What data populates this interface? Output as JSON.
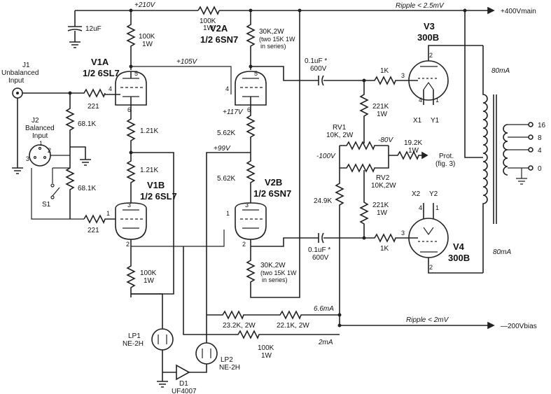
{
  "nets": {
    "b210": "+210V",
    "b105": "+105V",
    "b117": "+117V",
    "b99": "+99V",
    "b100": "-100V",
    "b80": "-80V",
    "ripple_top": "Ripple < 2.5mV",
    "ripple_bot": "Ripple < 2mV",
    "out_main": "+400Vmain",
    "out_bias": "—200Vbias",
    "i66": "6.6mA",
    "i2": "2mA",
    "i80a": "80mA",
    "i80b": "80mA"
  },
  "parts": {
    "c12": "12uF",
    "r100k_top_a": "100K",
    "r100k_top_b": "1W",
    "r100k_mid_a": "100K",
    "r100k_mid_b": "1W",
    "r30k_top_a": "30K,2W",
    "r30k_top_b": "(two 15K 1W",
    "r30k_top_c": "in series)",
    "r30k_bot_a": "30K,2W",
    "r30k_bot_b": "(two 15K 1W",
    "r30k_bot_c": "in series)",
    "r221a": "221",
    "r221b": "221",
    "r681a": "68.1K",
    "r681b": "68.1K",
    "r121a": "1.21K",
    "r121b": "1.21K",
    "r562a": "5.62K",
    "r562b": "5.62K",
    "r100k_bot_a": "100K",
    "r100k_bot_b": "1W",
    "c01a_a": "0.1uF *",
    "c01a_b": "600V",
    "c01b_a": "0.1uF *",
    "c01b_b": "600V",
    "r1ka": "1K",
    "r1kb": "1K",
    "r221ka_a": "221K",
    "r221ka_b": "1W",
    "r221kb_a": "221K",
    "r221kb_b": "1W",
    "rv1_a": "RV1",
    "rv1_b": "10K, 2W",
    "rv2_a": "RV2",
    "rv2_b": "10K,2W",
    "r192_a": "19.2K",
    "r192_b": "1W",
    "prot_a": "Prot.",
    "prot_b": "(fig. 3)",
    "r249": "24.9K",
    "r232": "23.2K, 2W",
    "r221k2w": "22.1K, 2W",
    "r100k_lp_a": "100K",
    "r100k_lp_b": "1W",
    "j1_a": "J1",
    "j1_b": "Unbalanced",
    "j1_c": "Input",
    "j2_a": "J2",
    "j2_b": "Balanced",
    "j2_c": "Input",
    "s1": "S1",
    "lp1_a": "LP1",
    "lp1_b": "NE-2H",
    "lp2_a": "LP2",
    "lp2_b": "NE-2H",
    "d1_a": "D1",
    "d1_b": "UF4007"
  },
  "tubes": {
    "v1a_a": "V1A",
    "v1a_b": "1/2 6SL7",
    "v1b_a": "V1B",
    "v1b_b": "1/2 6SL7",
    "v2a_a": "V2A",
    "v2a_b": "1/2 6SN7",
    "v2b_a": "V2B",
    "v2b_b": "1/2 6SN7",
    "v3_a": "V3",
    "v3_b": "300B",
    "v4_a": "V4",
    "v4_b": "300B",
    "x1": "X1",
    "y1": "Y1",
    "x2": "X2",
    "y2": "Y2"
  },
  "pins": {
    "p5a": "5",
    "p4a": "4",
    "p6a": "6",
    "p3b": "3",
    "p1b": "1",
    "p2b": "2",
    "p5c": "5",
    "p4c": "4",
    "p6c": "6",
    "p3d": "3",
    "p1d": "1",
    "p2d": "2",
    "p2v3": "2",
    "p3v3": "3",
    "p4v3": "4",
    "p1v3": "1",
    "p4v4": "4",
    "p1v4": "1",
    "p3v4": "3",
    "p2v4": "2",
    "j2p1": "1",
    "j2p2": "2",
    "j2p3": "3"
  },
  "taps": {
    "t16": "16",
    "t8": "8",
    "t4": "4",
    "t0": "0"
  }
}
